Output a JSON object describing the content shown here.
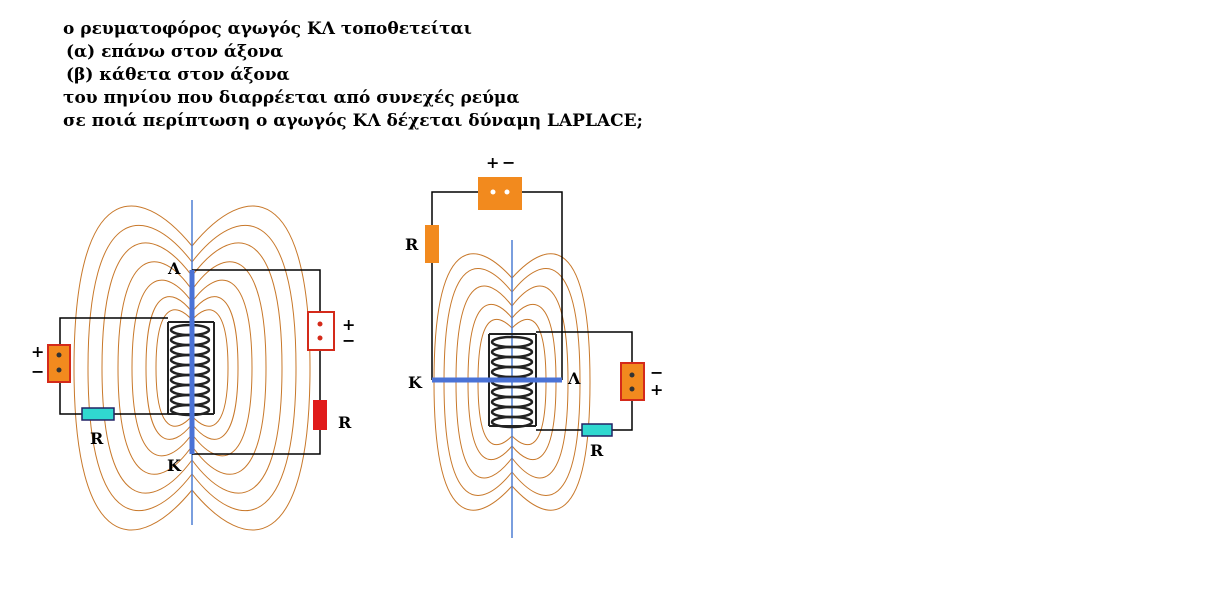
{
  "question": {
    "line1": "ο ρευματοφόρος  αγωγός  ΚΛ  τοποθετείται",
    "line2": "(α)   επάνω  στον άξονα",
    "line3": "(β)   κάθετα  στον άξονα",
    "line4": "του πηνίου που διαρρέεται από συνεχές ρεύμα",
    "line5": "σε ποιά περίπτωση ο αγωγός ΚΛ  δέχεται δύναμη  LAPLACE;"
  },
  "diagram_a": {
    "label_lambda": "Λ",
    "label_k": "Κ",
    "left_battery_plus": "+",
    "left_battery_minus": "−",
    "left_resistor": "R",
    "right_battery_plus": "+",
    "right_battery_minus": "−",
    "right_resistor": "R"
  },
  "diagram_b": {
    "top_battery_plus": "+",
    "top_battery_minus": "−",
    "left_resistor": "R",
    "label_k": "Κ",
    "label_lambda": "Λ",
    "right_battery_minus": "−",
    "right_battery_plus": "+",
    "bottom_resistor": "R"
  },
  "colors": {
    "field_lines": "#c8782a",
    "axis": "#4f7fd4",
    "conductor": "#4a72d6",
    "battery_fill": "#f28a1e",
    "battery_border": "#d42a1a",
    "resistor_red": "#e01b1b",
    "resistor_cyan": "#30d8d0",
    "wire": "#000000"
  }
}
